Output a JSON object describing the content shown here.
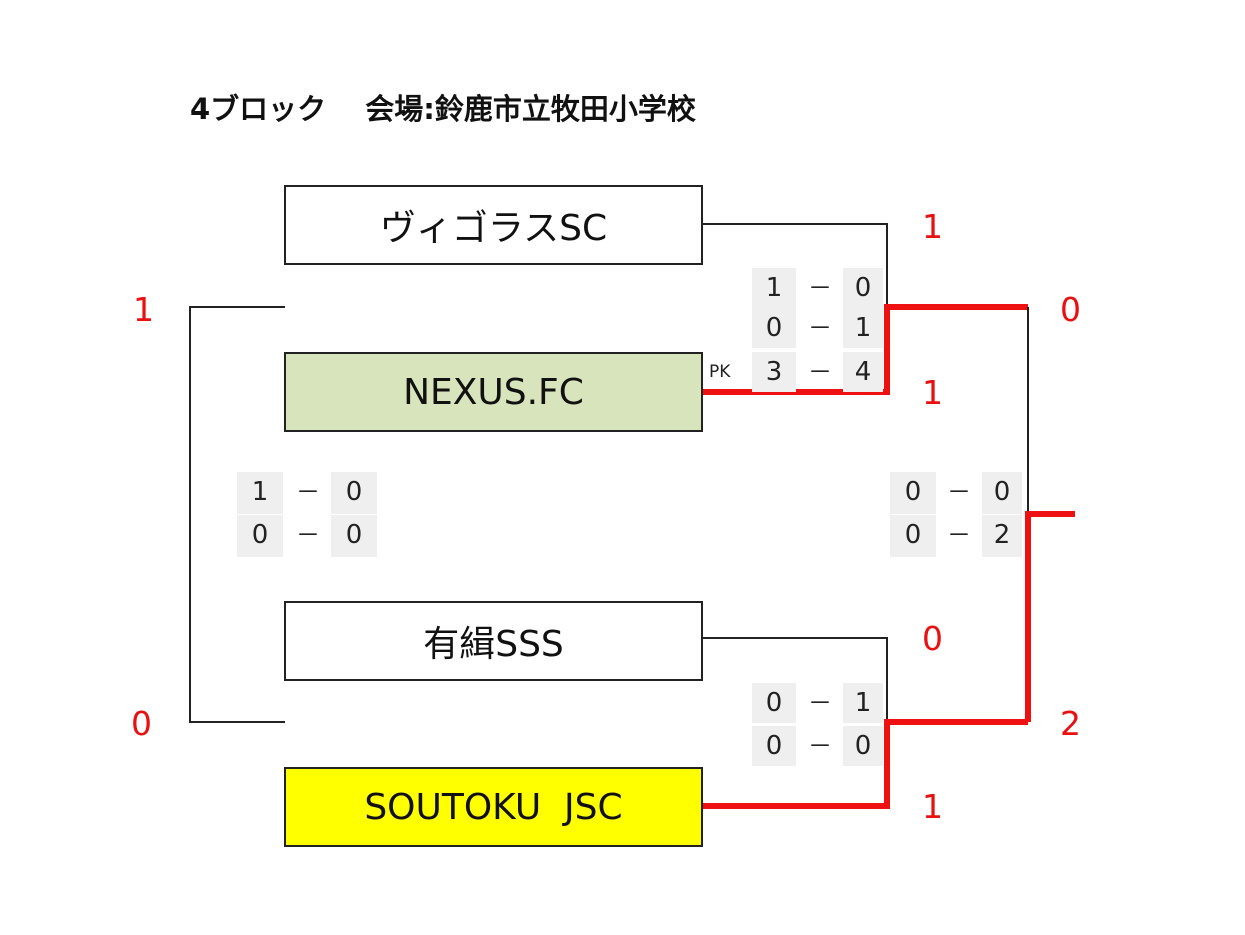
{
  "title": "4ブロック　 会場:鈴鹿市立牧田小学校",
  "teams": [
    {
      "name": "ヴィゴラスSC",
      "bg": "#ffffff"
    },
    {
      "name": "NEXUS.FC",
      "bg": "#d8e4bc"
    },
    {
      "name": "有緝SSS",
      "bg": "#ffffff"
    },
    {
      "name": "SOUTOKU  JSC",
      "bg": "#ffff00"
    }
  ],
  "colors": {
    "winner_line": "#ee1111",
    "line": "#222222",
    "score": "#e81010",
    "cell_bg": "#efefef"
  },
  "matches": {
    "m1": {
      "team_a_score": "1",
      "team_b_score": "1",
      "halves": [
        [
          "1",
          "－",
          "0"
        ],
        [
          "0",
          "－",
          "1"
        ]
      ],
      "pk": {
        "label": "PK",
        "a": "3",
        "dash": "－",
        "b": "4"
      },
      "winner": "NEXUS.FC"
    },
    "m2": {
      "team_a_score": "0",
      "team_b_score": "1",
      "halves": [
        [
          "0",
          "－",
          "1"
        ],
        [
          "0",
          "－",
          "0"
        ]
      ],
      "winner": "SOUTOKU  JSC"
    },
    "left_match": {
      "top_score": "1",
      "bottom_score": "0",
      "halves": [
        [
          "1",
          "－",
          "0"
        ],
        [
          "0",
          "－",
          "0"
        ]
      ]
    },
    "final": {
      "top_score": "0",
      "bottom_score": "2",
      "halves": [
        [
          "0",
          "－",
          "0"
        ],
        [
          "0",
          "－",
          "2"
        ]
      ],
      "winner": "SOUTOKU  JSC"
    }
  }
}
